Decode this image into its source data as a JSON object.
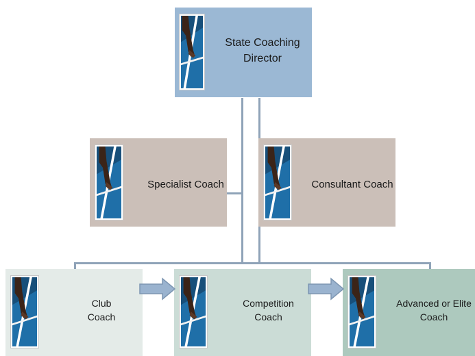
{
  "nodes": {
    "director": {
      "line1": "State Coaching",
      "line2": "Director",
      "color": "#9bb8d4"
    },
    "specialist": {
      "label": "Specialist Coach",
      "color": "#cbbfb8"
    },
    "consultant": {
      "label": "Consultant Coach",
      "color": "#cbbfb8"
    },
    "club": {
      "line1": "Club",
      "line2": "Coach",
      "color": "#e4ebe8"
    },
    "competition": {
      "line1": "Competition",
      "line2": "Coach",
      "color": "#cbdcd6"
    },
    "advanced": {
      "line1": "Advanced or Elite",
      "line2": "Coach",
      "color": "#adc9be"
    }
  },
  "colors": {
    "connector": "#8fa3b8",
    "arrow_fill": "#9ab3cf",
    "arrow_stroke": "#7d96b2"
  },
  "icons": {
    "photo": "court-hand-photo-icon",
    "arrow": "right-arrow-icon"
  }
}
